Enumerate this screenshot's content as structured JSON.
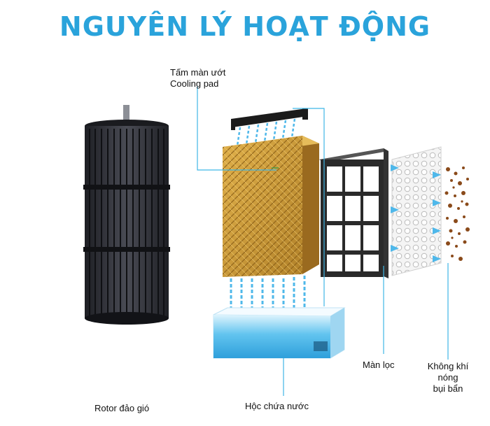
{
  "title": "NGUYÊN LÝ HOẠT ĐỘNG",
  "labels": {
    "cooling_pad_line1": "Tấm màn ướt",
    "cooling_pad_line2": "Cooling pad",
    "rotor": "Rotor đảo gió",
    "water_tank": "Hộc chứa nước",
    "filter": "Màn lọc",
    "hot_air_line1": "Không khí",
    "hot_air_line2": "nóng",
    "hot_air_line3": "bụi bẩn"
  },
  "colors": {
    "title": "#2aa3db",
    "leader_line": "#3fb6e6",
    "pad": "#c99a3a",
    "water": "#4fb8ea",
    "rotor": "#2b2d33",
    "dust": "#8a4a1a"
  }
}
